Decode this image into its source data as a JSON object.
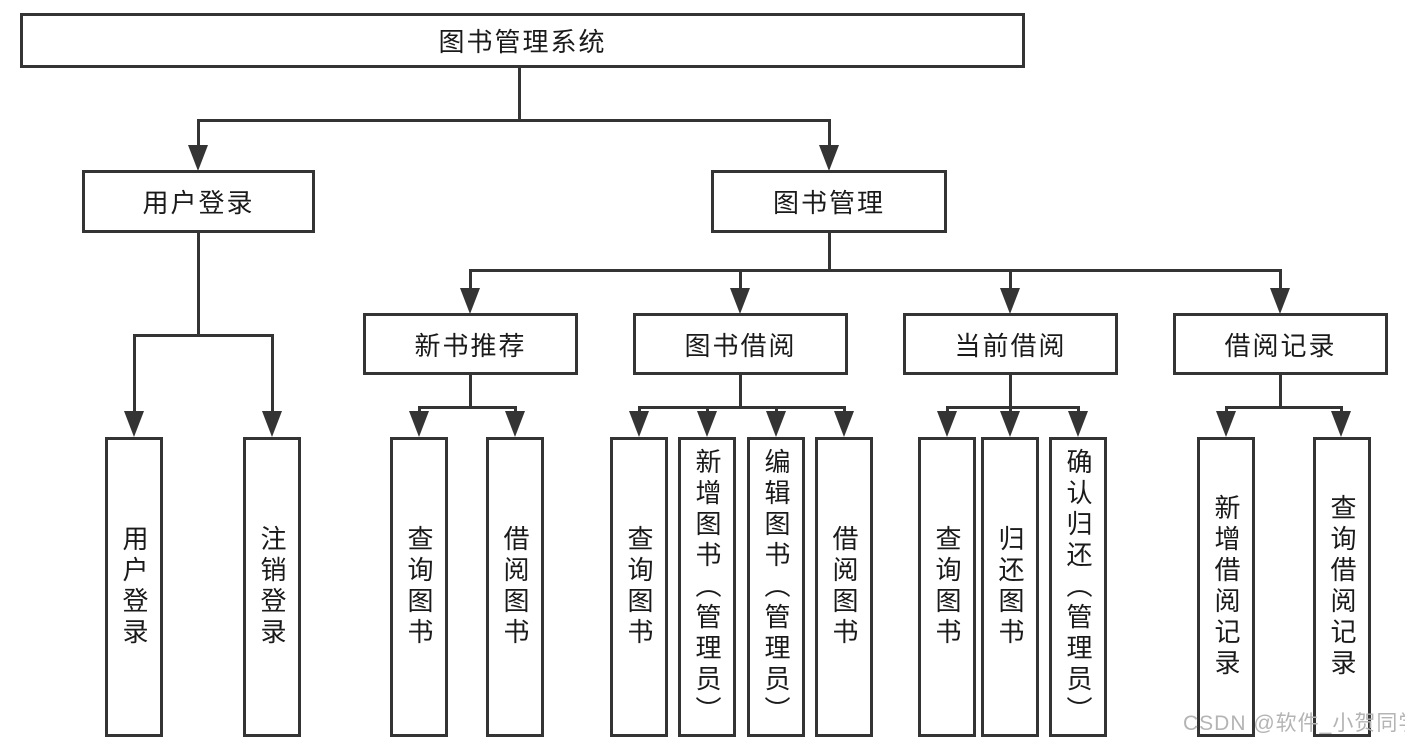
{
  "root": {
    "label": "图书管理系统"
  },
  "level2": [
    {
      "label": "用户登录",
      "children": [
        {
          "label": "用户登录"
        },
        {
          "label": "注销登录"
        }
      ]
    },
    {
      "label": "图书管理",
      "children": [
        {
          "label": "新书推荐",
          "children": [
            {
              "label": "查询图书"
            },
            {
              "label": "借阅图书"
            }
          ]
        },
        {
          "label": "图书借阅",
          "children": [
            {
              "label": "查询图书"
            },
            {
              "label": "新增图书（管理员）"
            },
            {
              "label": "编辑图书（管理员）"
            },
            {
              "label": "借阅图书"
            }
          ]
        },
        {
          "label": "当前借阅",
          "children": [
            {
              "label": "查询图书"
            },
            {
              "label": "归还图书"
            },
            {
              "label": "确认归还（管理员）"
            }
          ]
        },
        {
          "label": "借阅记录",
          "children": [
            {
              "label": "新增借阅记录"
            },
            {
              "label": "查询借阅记录"
            }
          ]
        }
      ]
    }
  ],
  "watermark": {
    "text": "CSDN @软件_小贺同学"
  },
  "colors": {
    "line": "#343434",
    "text": "#1a1a1a",
    "watermark": "#b4b4b4",
    "background": "#ffffff"
  }
}
